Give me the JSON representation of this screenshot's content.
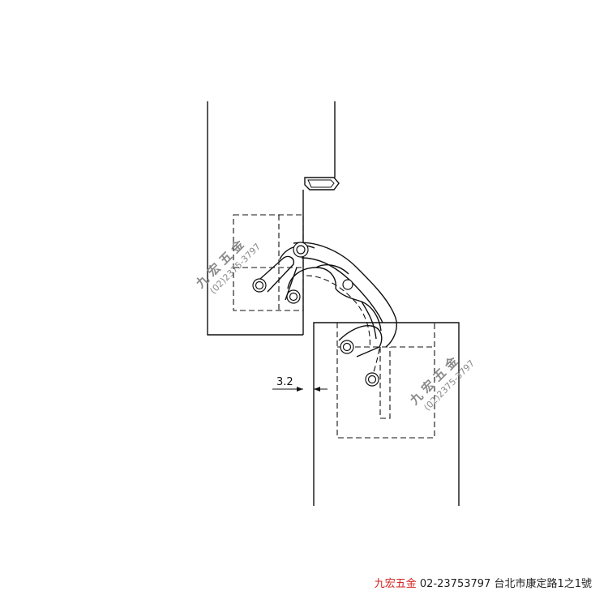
{
  "dimension": {
    "label": "3.2"
  },
  "watermark": {
    "company": "九 宏 五 金",
    "phone": "(02)2375-3797"
  },
  "footer": {
    "company": "九宏五金",
    "phone": "02-23753797",
    "address": "台北市康定路1之1號"
  },
  "colors": {
    "line": "#111111",
    "watermark": "#8a8a8a",
    "brand": "#d62020"
  }
}
